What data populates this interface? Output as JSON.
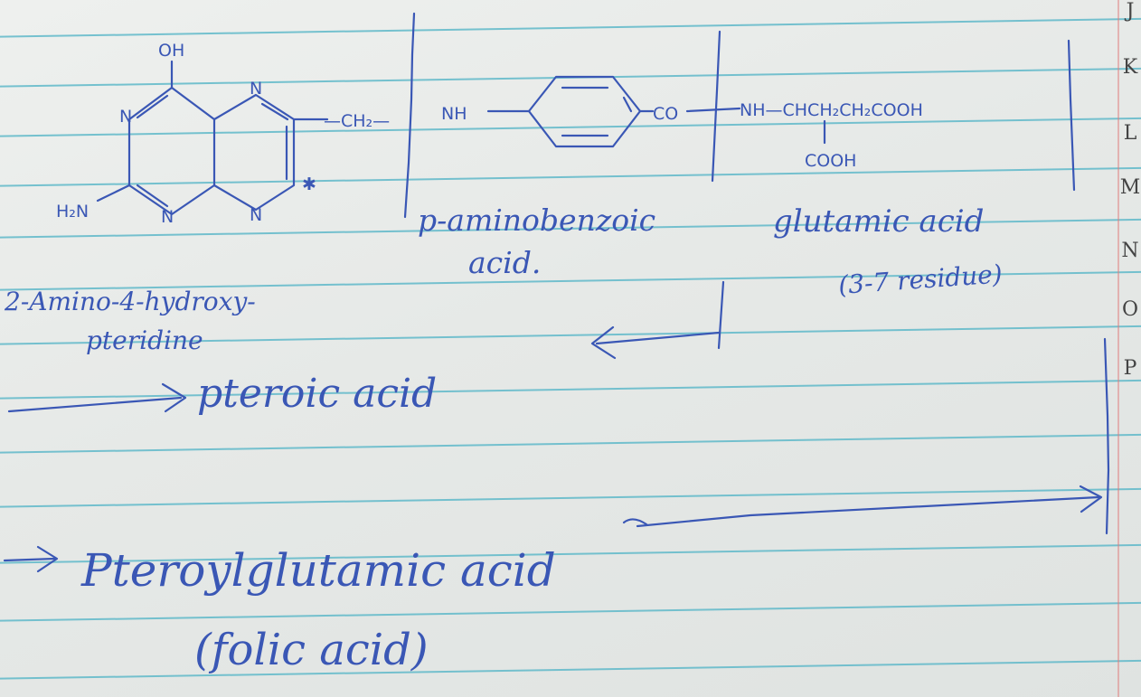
{
  "structure": {
    "pteridine": {
      "oh": "OH",
      "n1": "N",
      "n3": "N",
      "n5": "N",
      "n8": "N",
      "nh2": "H₂N"
    },
    "linker": "—CH₂—",
    "nh": "NH",
    "co": "CO",
    "glutamate_chain": "NH—CHCH₂CH₂COOH",
    "glutamate_cooh": "COOH"
  },
  "labels": {
    "paba_line1": "p-aminobenzoic",
    "paba_line2": "acid.",
    "glutamic_line1": "glutamic acid",
    "glutamic_line2": "(3-7 residue)",
    "pteridine_line1": "2-Amino-4-hydroxy-",
    "pteridine_line2": "pteridine",
    "pteroic": "pteroic acid",
    "pteroylglutamic": "Pteroylglutamic acid",
    "folic": "(folic acid)"
  },
  "edge_letters": [
    "J",
    "K",
    "L",
    "M",
    "N",
    "O",
    "P"
  ]
}
